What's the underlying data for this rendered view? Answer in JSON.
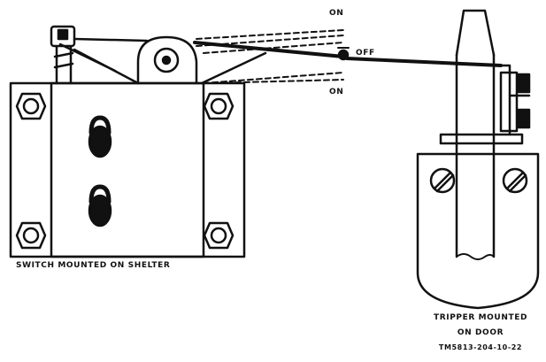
{
  "labels": {
    "on_top": "ON",
    "off": "OFF",
    "on_bottom": "ON",
    "switch_caption": "SWITCH MOUNTED ON SHELTER",
    "tripper_line1": "TRIPPER MOUNTED",
    "tripper_line2": "ON DOOR",
    "figure_id": "TM5813-204-10-22"
  },
  "colors": {
    "ink": "#111111",
    "paper": "#ffffff"
  }
}
